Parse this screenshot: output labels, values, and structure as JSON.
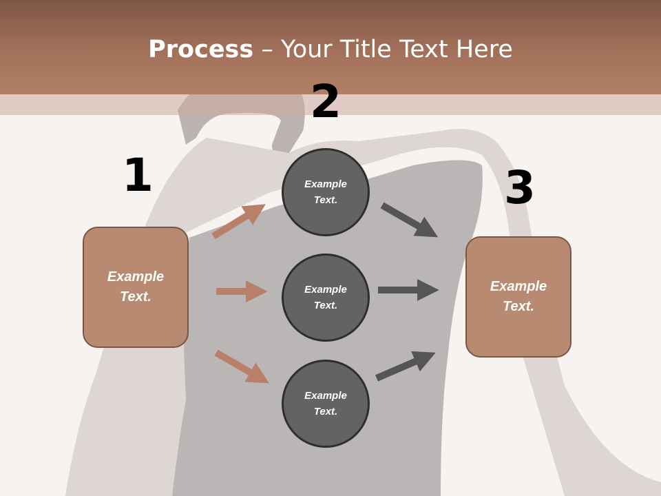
{
  "slide": {
    "title_bold": "Process",
    "title_rest": " – Your Title Text Here"
  },
  "steps": {
    "n1": "1",
    "n2": "2",
    "n3": "3"
  },
  "boxes": {
    "left": [
      "Example",
      "Text."
    ],
    "right": [
      "Example",
      "Text."
    ]
  },
  "circles": {
    "top": [
      "Example",
      "Text."
    ],
    "middle": [
      "Example",
      "Text."
    ],
    "bottom": [
      "Example",
      "Text."
    ]
  },
  "colors": {
    "header": "#a3715a",
    "box_fill": "#b98a72",
    "circle_fill": "#636363",
    "arrow_brown": "#b98069",
    "arrow_gray": "#555555"
  }
}
